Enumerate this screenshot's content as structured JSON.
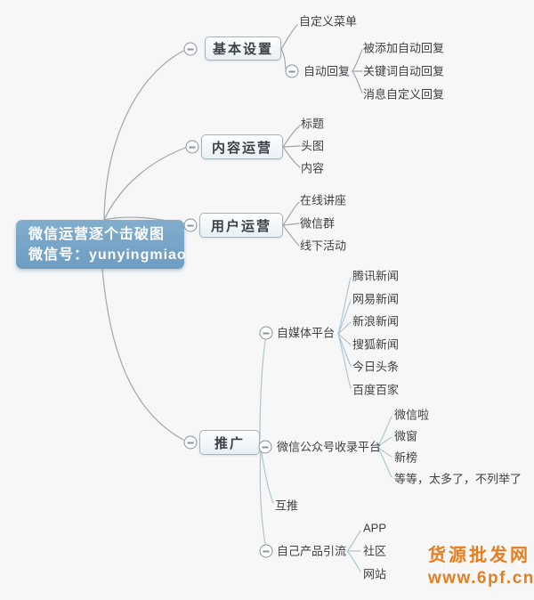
{
  "root": {
    "title": "微信运营逐个击破图",
    "subtitle": "微信号：yunyingmiao"
  },
  "branches": [
    {
      "label": "基本设置",
      "children": [
        {
          "label": "自定义菜单"
        },
        {
          "label": "自动回复",
          "children": [
            {
              "label": "被添加自动回复"
            },
            {
              "label": "关键词自动回复"
            },
            {
              "label": "消息自定义回复"
            }
          ]
        }
      ]
    },
    {
      "label": "内容运营",
      "children": [
        {
          "label": "标题"
        },
        {
          "label": "头图"
        },
        {
          "label": "内容"
        }
      ]
    },
    {
      "label": "用户运营",
      "children": [
        {
          "label": "在线讲座"
        },
        {
          "label": "微信群"
        },
        {
          "label": "线下活动"
        }
      ]
    },
    {
      "label": "推广",
      "children": [
        {
          "label": "自媒体平台",
          "children": [
            {
              "label": "腾讯新闻"
            },
            {
              "label": "网易新闻"
            },
            {
              "label": "新浪新闻"
            },
            {
              "label": "搜狐新闻"
            },
            {
              "label": "今日头条"
            },
            {
              "label": "百度百家"
            }
          ]
        },
        {
          "label": "微信公众号收录平台",
          "children": [
            {
              "label": "微信啦"
            },
            {
              "label": "微窗"
            },
            {
              "label": "新榜"
            },
            {
              "label": "等等，太多了，不列举了"
            }
          ]
        },
        {
          "label": "互推"
        },
        {
          "label": "自己产品引流",
          "children": [
            {
              "label": "APP"
            },
            {
              "label": "社区"
            },
            {
              "label": "网站"
            }
          ]
        }
      ]
    }
  ],
  "watermark": {
    "site_name": "货源批发网",
    "site_url": "www.6pf.cn",
    "color": "#e87d1f"
  },
  "icons": {
    "collapse": "minus-circle"
  },
  "colors": {
    "root_bg": "#6d9dc2",
    "topic_border": "#a9b3ba",
    "connector": "#a0a6aa",
    "connector_light": "#b0c6cf",
    "background": "#f7f7f8"
  }
}
